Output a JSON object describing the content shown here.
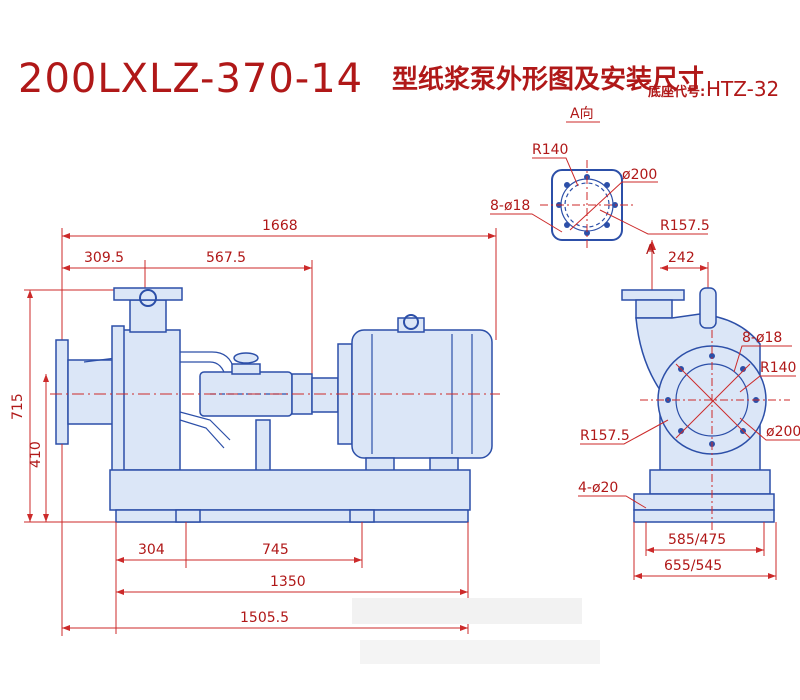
{
  "title": {
    "model": "200LXLZ-370-14",
    "description": "型纸浆泵外形图及安装尺寸",
    "base_code_label": "底座代号:",
    "base_code": "HTZ-32"
  },
  "view_a_label": "A向",
  "arrow_label": "A",
  "colors": {
    "dimension": "#cc2a2a",
    "outline": "#2c4fa8",
    "fill": "#dbe6f7"
  },
  "dimensions": {
    "overall_length": "1668",
    "suction_offset": "309.5",
    "discharge_offset": "567.5",
    "height_total": "715",
    "height_center": "410",
    "foot_first": "304",
    "foot_spacing": "745",
    "base_length": "1350",
    "total_base_length": "1505.5",
    "discharge_offset_side": "242"
  },
  "flange_a": {
    "hole_circle_radius": "R140",
    "bore_diameter": "ø200",
    "holes": "8-ø18",
    "outer_radius": "R157.5"
  },
  "side_view": {
    "holes": "8-ø18",
    "hole_circle_radius": "R140",
    "outer_radius": "R157.5",
    "bore_diameter": "ø200",
    "anchor_holes": "4-ø20",
    "base_width_inner": "585/475",
    "base_width_outer": "655/545"
  }
}
